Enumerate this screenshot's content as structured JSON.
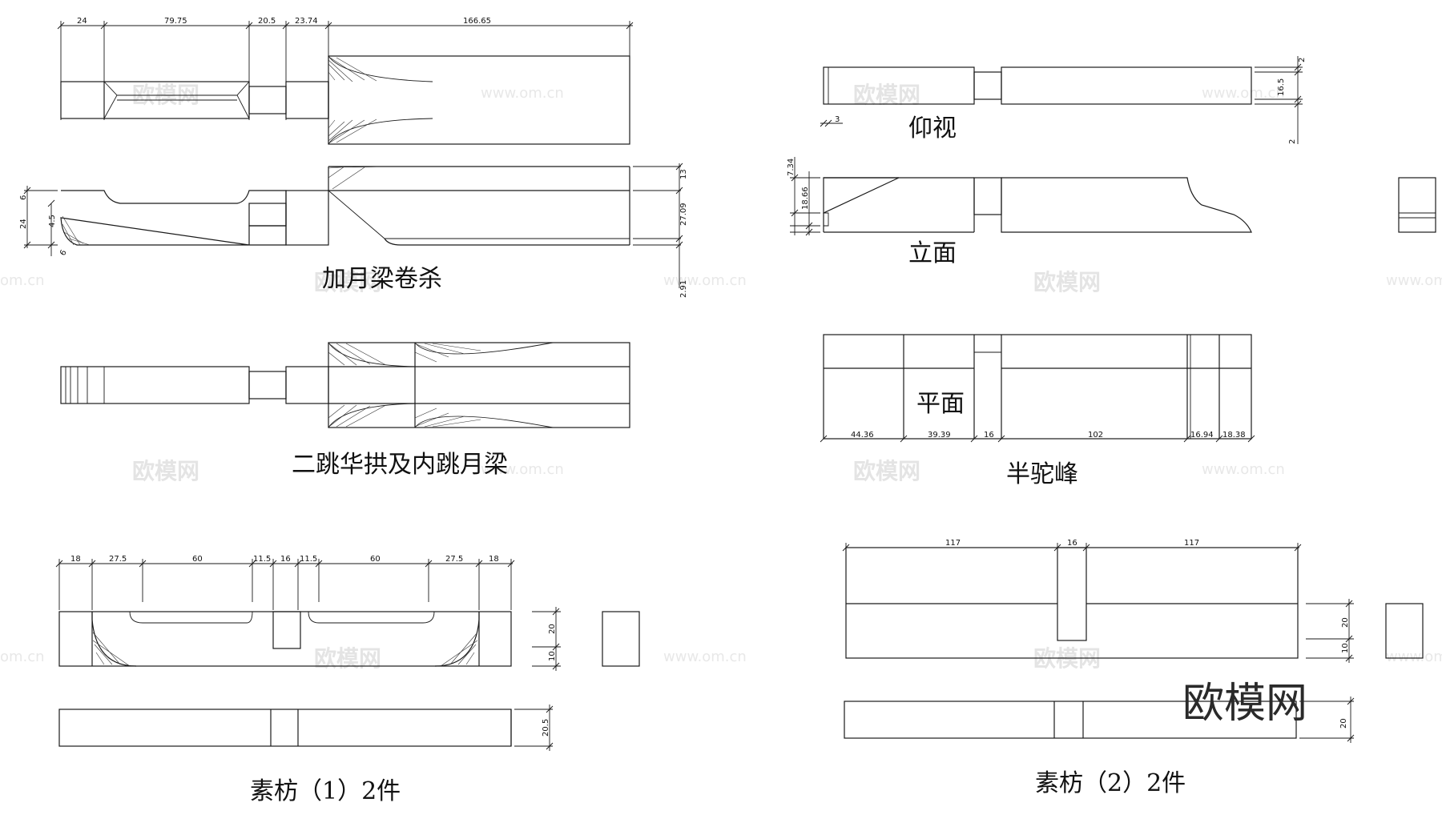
{
  "captions": {
    "p1": "加月梁卷杀",
    "p2": "二跳华拱及内跳月梁",
    "p3": "素枋（1）2件",
    "p4": "仰视",
    "p5": "立面",
    "p6": "平面",
    "p7": "半驼峰",
    "p8": "素枋（2）2件"
  },
  "dims": {
    "p1_top": [
      "24",
      "79.75",
      "20.5",
      "23.74",
      "166.65"
    ],
    "p1_right": [
      "13",
      "27.09",
      "2.91"
    ],
    "p1_left": [
      "6",
      "24",
      "4.5",
      "6"
    ],
    "p3_top": [
      "18",
      "27.5",
      "60",
      "11.5",
      "16",
      "11.5",
      "60",
      "27.5",
      "18"
    ],
    "p3_right": [
      "20",
      "10",
      "20.5"
    ],
    "p4_right": [
      "2",
      "16.5",
      "2"
    ],
    "p4_left": "3",
    "p5_left": [
      "7.34",
      "18.66"
    ],
    "p6_bottom": [
      "44.36",
      "39.39",
      "16",
      "102",
      "16.94",
      "18.38"
    ],
    "p8_top": [
      "117",
      "16",
      "117"
    ],
    "p8_right": [
      "20",
      "10",
      "20"
    ]
  },
  "watermark": {
    "text": "欧模网",
    "url": "www.om.cn",
    "url_fragment": "om.cn",
    "logo": "欧模网"
  }
}
